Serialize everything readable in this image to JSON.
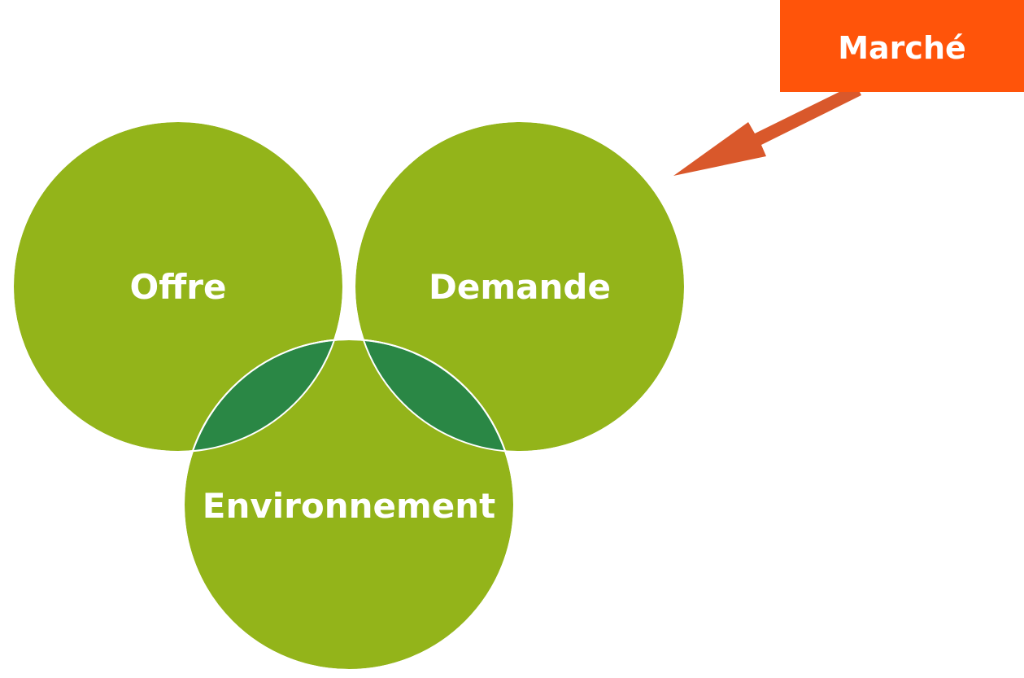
{
  "diagram": {
    "circles": [
      {
        "key": "offre",
        "label": "Offre"
      },
      {
        "key": "demande",
        "label": "Demande"
      },
      {
        "key": "environnement",
        "label": "Environnement"
      }
    ],
    "callout": {
      "label": "Marché"
    }
  },
  "colors": {
    "circle_fill": "#93b41a",
    "overlap_fill": "#2a8745",
    "circle_stroke": "#ffffff",
    "label_text": "#ffffff",
    "callout_fill": "#ff540a",
    "arrow_fill": "#d9582b"
  }
}
